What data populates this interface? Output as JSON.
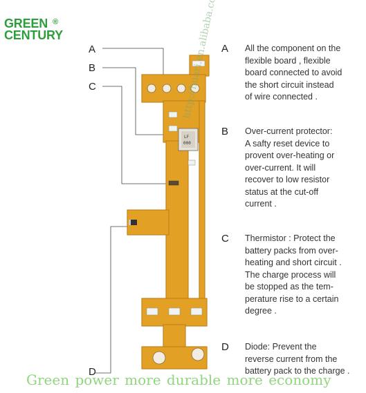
{
  "brand": {
    "line1": "GREEN",
    "line2": "CENTURY",
    "mark": "®"
  },
  "callouts": [
    "A",
    "B",
    "C",
    "D"
  ],
  "descriptions": [
    {
      "letter": "A",
      "text": [
        "All the component on the",
        "flexible board , flexible",
        "board connected to avoid",
        "the short circuit instead",
        "of wire connected ."
      ]
    },
    {
      "letter": "B",
      "text": [
        "Over-current protector:",
        "A safty reset device to",
        "provent over-heating or",
        "over-current. It will",
        "recover to low resistor",
        "status at the cut-off",
        "current ."
      ]
    },
    {
      "letter": "C",
      "text": [
        "Thermistor : Protect the",
        "battery packs from over-",
        "heating and short circuit .",
        "The charge process will",
        "be stopped as the tem-",
        "perature rise to a certain",
        "degree ."
      ]
    },
    {
      "letter": "D",
      "text": [
        "Diode:  Prevent the",
        "reverse current from the",
        "battery pack to the charge ."
      ]
    }
  ],
  "component_marking": {
    "line1": "LF",
    "line2": "000"
  },
  "watermark": "http://huari.en.alibaba.com",
  "slogan": "Green power more durable  more economy",
  "colors": {
    "brand_green": "#2e9e3c",
    "board": "#e2a024",
    "board_edge": "#c4821a",
    "slogan": "#8fd67e"
  }
}
